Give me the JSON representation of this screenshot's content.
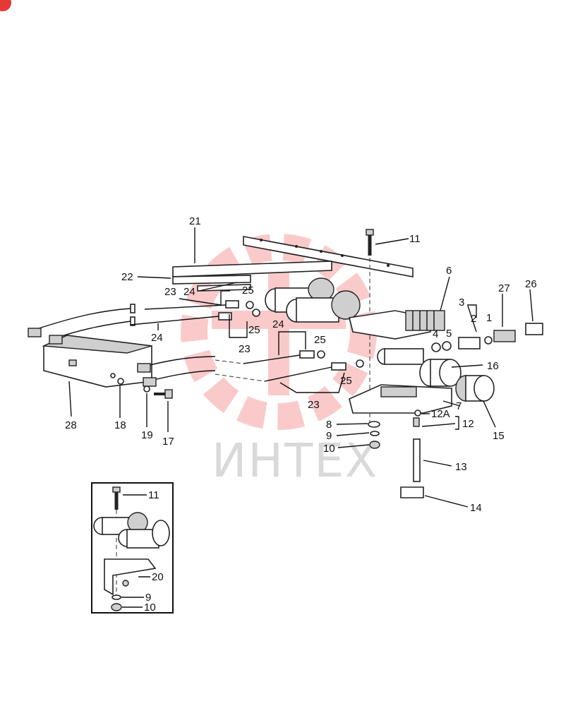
{
  "watermark": {
    "text": "ИНТЕХ",
    "color": "#f08a8a"
  },
  "corner_badge": {
    "color": "#e53935"
  },
  "callouts": {
    "c1": "1",
    "c2": "2",
    "c3": "3",
    "c4": "4",
    "c5": "5",
    "c6": "6",
    "c7": "7",
    "c8": "8",
    "c9": "9",
    "c10": "10",
    "c11": "11",
    "c12": "12",
    "c12a": "12A",
    "c13": "13",
    "c14": "14",
    "c15": "15",
    "c16": "16",
    "c17": "17",
    "c18": "18",
    "c19": "19",
    "c20": "20",
    "c21": "21",
    "c22": "22",
    "c23": "23",
    "c24": "24",
    "c25": "25",
    "c26": "26",
    "c27": "27",
    "c28": "28"
  },
  "inset": {
    "c11": "11",
    "c20": "20",
    "c9": "9",
    "c10": "10"
  }
}
